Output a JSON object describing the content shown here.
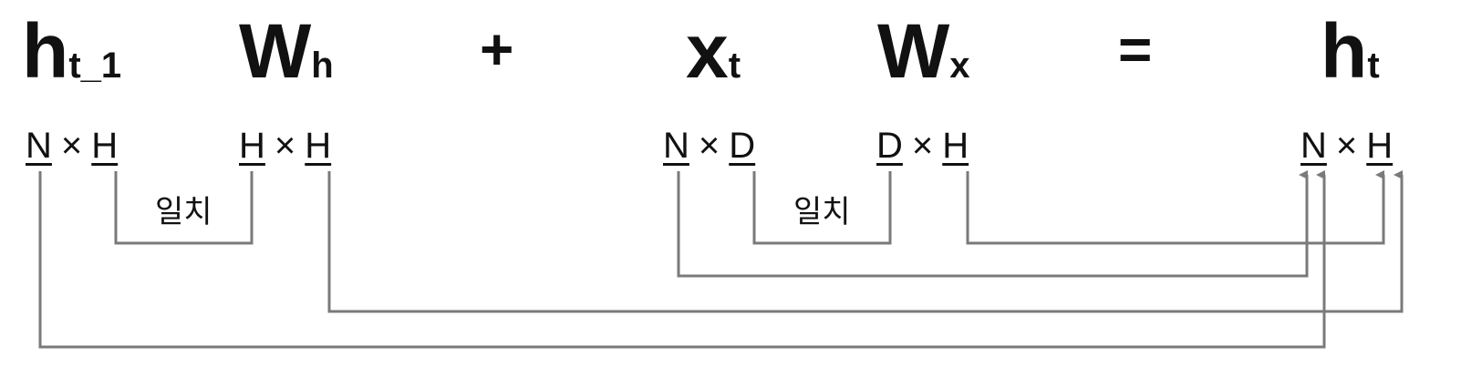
{
  "equation": {
    "h_prev": {
      "main": "h",
      "sub": "t_1"
    },
    "w_h": {
      "main": "W",
      "sub": "h"
    },
    "plus": "+",
    "x_t": {
      "main": "x",
      "sub": "t"
    },
    "w_x": {
      "main": "W",
      "sub": "x"
    },
    "equals": "=",
    "h_t": {
      "main": "h",
      "sub": "t"
    }
  },
  "dims": {
    "h_prev": {
      "rows": "N",
      "times": "×",
      "cols": "H"
    },
    "w_h": {
      "rows": "H",
      "times": "×",
      "cols": "H"
    },
    "x_t": {
      "rows": "N",
      "times": "×",
      "cols": "D"
    },
    "w_x": {
      "rows": "D",
      "times": "×",
      "cols": "H"
    },
    "h_t": {
      "rows": "N",
      "times": "×",
      "cols": "H"
    }
  },
  "match_labels": {
    "left": "일치",
    "right": "일치"
  },
  "colors": {
    "connector": "#7a7a7a",
    "text": "#111111"
  }
}
